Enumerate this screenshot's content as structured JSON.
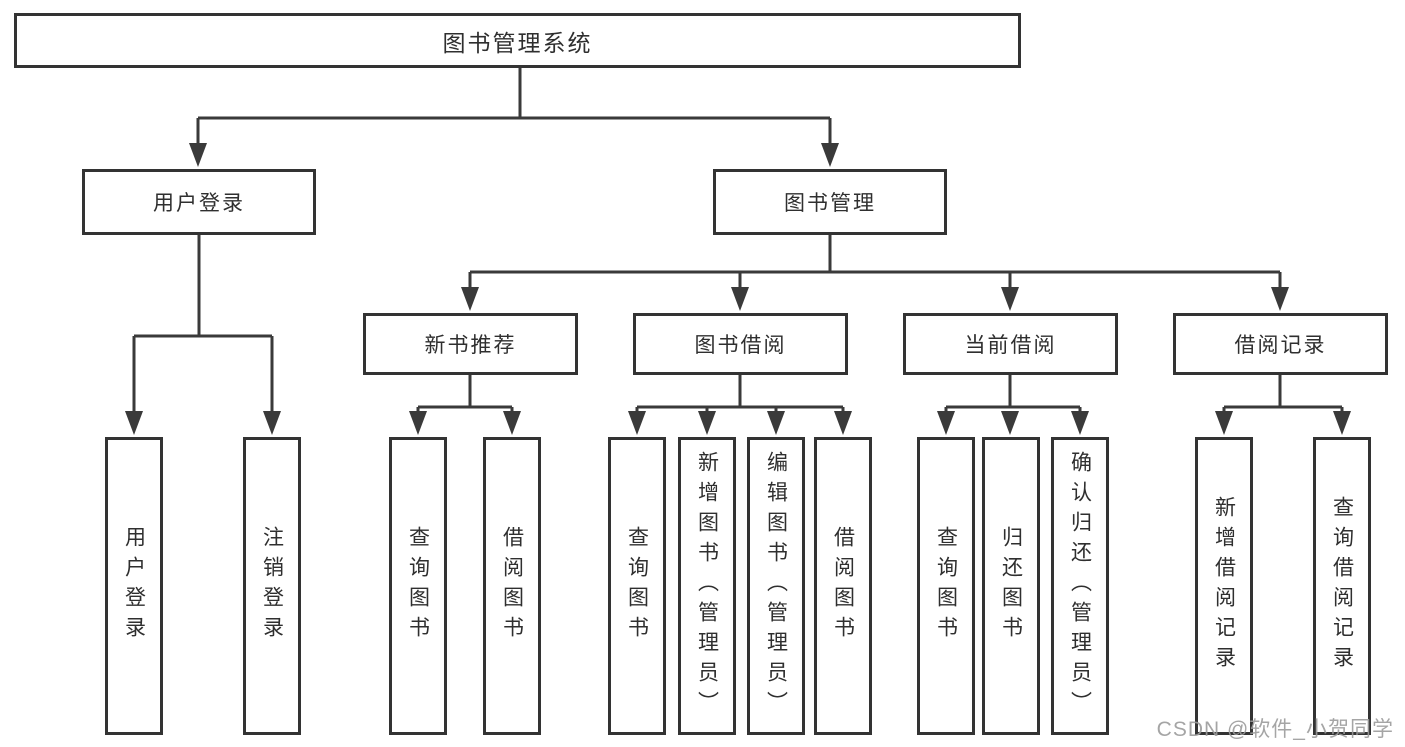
{
  "diagram": {
    "root": {
      "label": "图书管理系统"
    },
    "level2": [
      {
        "id": "user-login",
        "label": "用户登录"
      },
      {
        "id": "book-management",
        "label": "图书管理"
      }
    ],
    "level3": [
      {
        "id": "new-book-recommend",
        "label": "新书推荐",
        "parent": "图书管理"
      },
      {
        "id": "book-borrow",
        "label": "图书借阅",
        "parent": "图书管理"
      },
      {
        "id": "current-borrow",
        "label": "当前借阅",
        "parent": "图书管理"
      },
      {
        "id": "borrow-records",
        "label": "借阅记录",
        "parent": "图书管理"
      }
    ],
    "leaves": [
      {
        "group": "用户登录",
        "label": "用户登录"
      },
      {
        "group": "用户登录",
        "label": "注销登录"
      },
      {
        "group": "新书推荐",
        "label": "查询图书"
      },
      {
        "group": "新书推荐",
        "label": "借阅图书"
      },
      {
        "group": "图书借阅",
        "label": "查询图书"
      },
      {
        "group": "图书借阅",
        "label": "新增图书（管理员）"
      },
      {
        "group": "图书借阅",
        "label": "编辑图书（管理员）"
      },
      {
        "group": "图书借阅",
        "label": "借阅图书"
      },
      {
        "group": "当前借阅",
        "label": "查询图书"
      },
      {
        "group": "当前借阅",
        "label": "归还图书"
      },
      {
        "group": "当前借阅",
        "label": "确认归还（管理员）"
      },
      {
        "group": "借阅记录",
        "label": "新增借阅记录"
      },
      {
        "group": "借阅记录",
        "label": "查询借阅记录"
      }
    ],
    "colors": {
      "line": "#3a3a3a",
      "box_border": "#333333",
      "text": "#2f2f2f",
      "background": "#ffffff",
      "watermark": "#9c9c9c"
    }
  },
  "watermark": {
    "text": "CSDN @软件_小贺同学"
  }
}
